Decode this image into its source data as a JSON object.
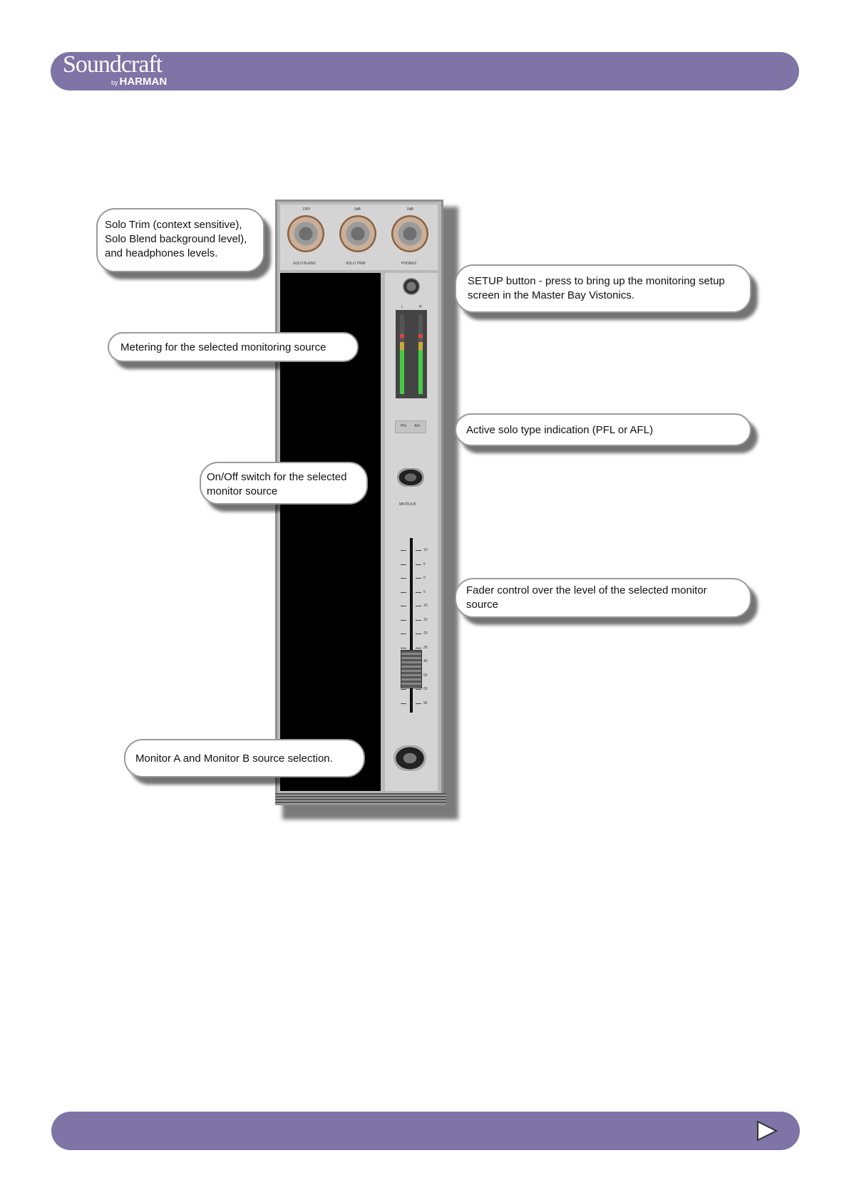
{
  "header": {
    "brand": "Soundcraft",
    "brand_sub_by": "by",
    "brand_sub_name": "HARMAN"
  },
  "callouts": {
    "solo_trim": "Solo Trim (context sensitive), Solo Blend background level), and headphones levels.",
    "setup": "SETUP button - press to bring up the monitoring setup screen in the Master Bay Vistonics.",
    "metering": "Metering for the selected monitoring source",
    "solo_type": "Active solo type indication (PFL or AFL)",
    "onoff": "On/Off switch for the selected monitor source",
    "fader": "Fader control over the level of the selected monitor source",
    "monitor_ab": "Monitor A and Monitor B source selection."
  },
  "panel": {
    "knob_labels": [
      "SOLO BLEND",
      "SOLO TRIM",
      "PHONES"
    ],
    "knob_top_labels": [
      "DRY",
      "0dB",
      "0dB"
    ],
    "meter_channels": [
      "L",
      "R"
    ],
    "solo_indicators": [
      "PFL",
      "AFL"
    ],
    "onoff_label": "MNTR A B",
    "fader_scale": [
      "10",
      "5",
      "0",
      "5",
      "10",
      "15",
      "20",
      "30",
      "40",
      "50",
      "60",
      "90"
    ]
  },
  "footer": {
    "next_icon": "next-page-icon"
  },
  "colors": {
    "bar": "#7e74a6"
  }
}
